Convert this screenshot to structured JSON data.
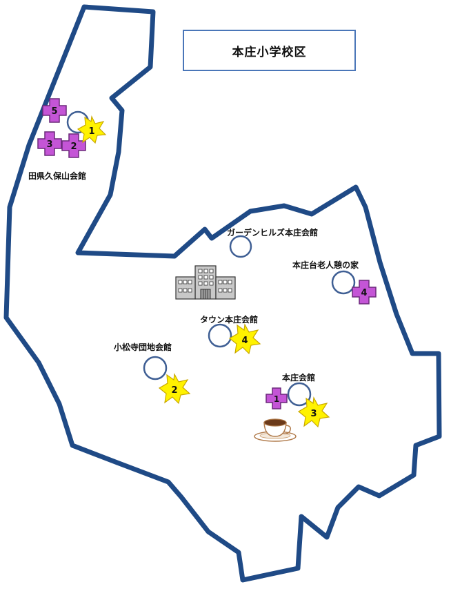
{
  "title": "本庄小学校区",
  "colors": {
    "boundary": "#1f4a86",
    "venue_circle": "#3f5f94",
    "cross_fill": "#c455d6",
    "cross_stroke": "#6b2a7a",
    "star_fill": "#fff200",
    "star_stroke": "#c9a800"
  },
  "places": [
    {
      "name": "田県久保山会館"
    },
    {
      "name": "ガーデンヒルズ本庄会館"
    },
    {
      "name": "本庄台老人憩の家"
    },
    {
      "name": "タウン本庄会館"
    },
    {
      "name": "小松寺団地会館"
    },
    {
      "name": "本庄会館"
    }
  ],
  "crosses": [
    {
      "number": "5"
    },
    {
      "number": "3"
    },
    {
      "number": "2"
    },
    {
      "number": "4"
    },
    {
      "number": "1"
    }
  ],
  "stars": [
    {
      "number": "1"
    },
    {
      "number": "4"
    },
    {
      "number": "2"
    },
    {
      "number": "3"
    }
  ],
  "icons": {
    "school": "school-building-icon",
    "cafe": "coffee-cup-icon"
  }
}
